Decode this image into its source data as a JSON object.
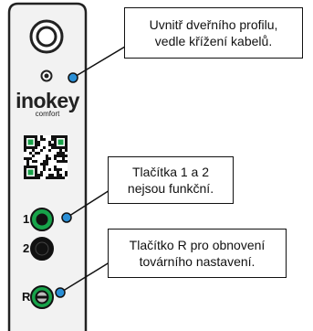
{
  "device": {
    "brand": "inokey",
    "brand_sub": "comfort",
    "buttons": [
      {
        "label": "1",
        "ring_color": "#17a34a"
      },
      {
        "label": "2",
        "ring_color": "#ffffff"
      },
      {
        "label": "R",
        "ring_color": "#17a34a"
      }
    ]
  },
  "callouts": [
    {
      "lines": [
        "Uvnitř dveřního profilu,",
        "vedle křížení kabelů."
      ]
    },
    {
      "lines": [
        "Tlačítka 1 a 2",
        "nejsou funkční."
      ]
    },
    {
      "lines": [
        "Tlačítko R pro obnovení",
        "továrního nastavení."
      ]
    }
  ],
  "colors": {
    "accent_dot": "#2a8fd6",
    "panel": "#f2f2f2",
    "qr_green": "#1aa34a"
  }
}
